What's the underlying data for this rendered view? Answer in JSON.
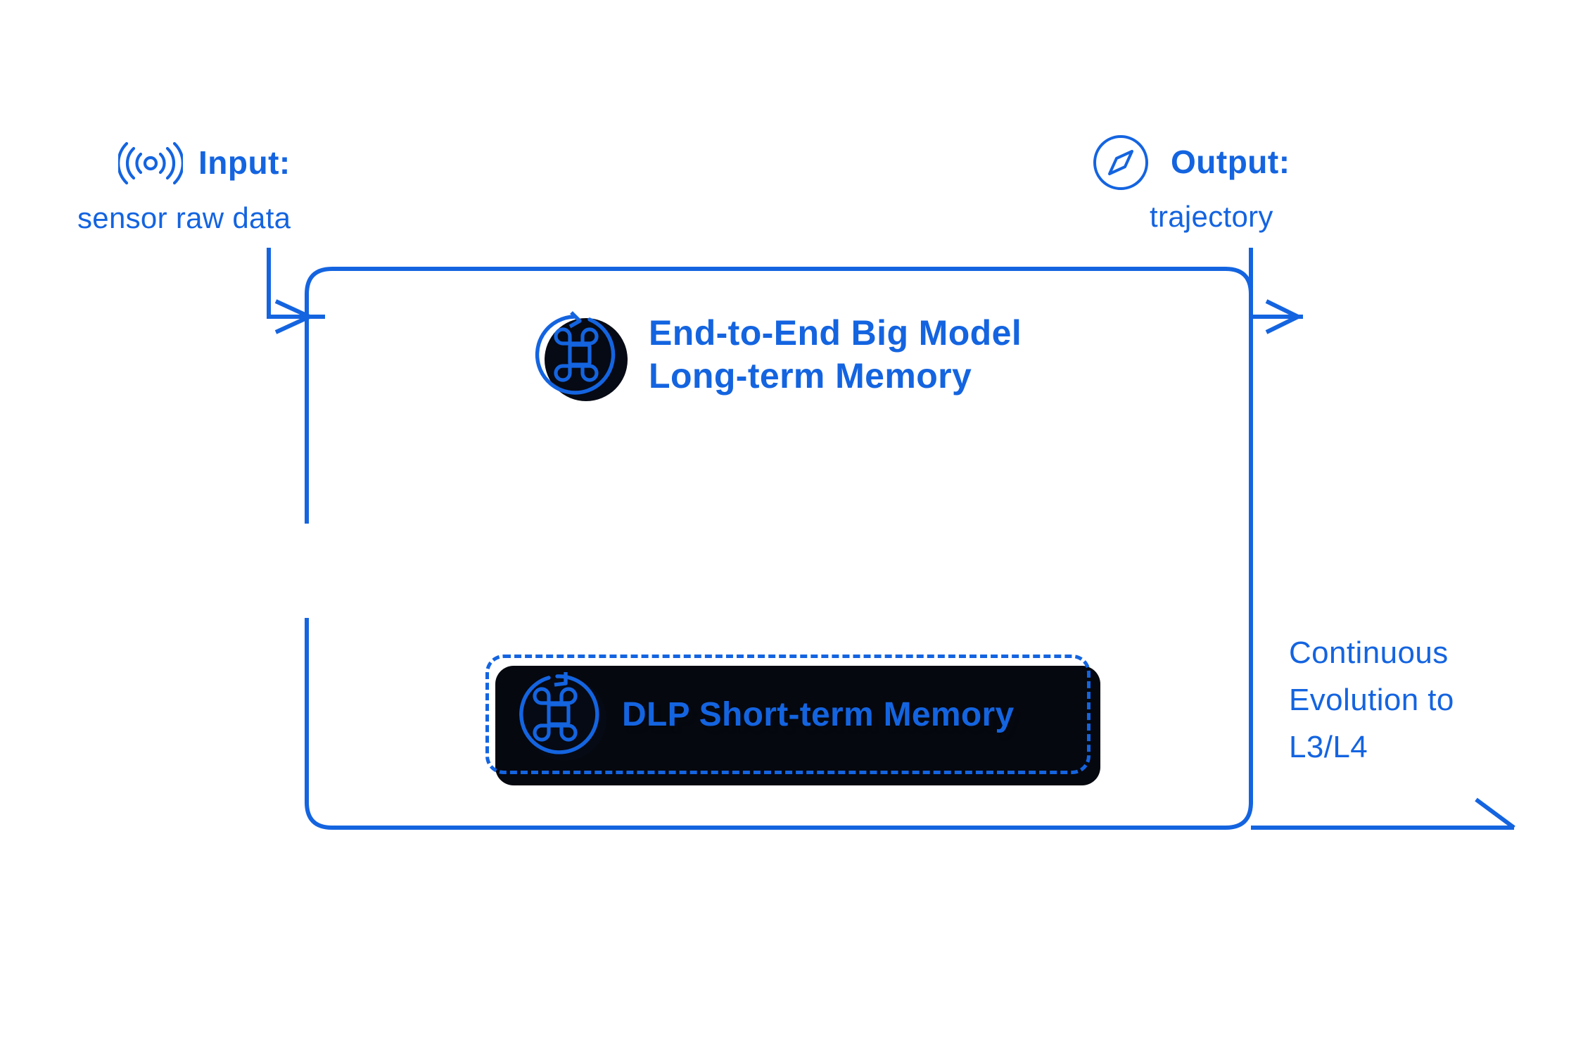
{
  "theme": {
    "accent": "#1464E0",
    "shadow": "#05080f",
    "background": "#ffffff"
  },
  "input": {
    "icon": "signal-waves-icon",
    "heading": "Input:",
    "detail": "sensor raw data"
  },
  "output": {
    "icon": "compass-icon",
    "heading": "Output:",
    "detail": "trajectory"
  },
  "main_node": {
    "icon": "command-refresh-icon",
    "line1": "End-to-End Big Model",
    "line2": "Long-term Memory"
  },
  "dlp_node": {
    "icon": "command-refresh-icon",
    "label": "DLP Short-term Memory"
  },
  "evolution": {
    "line1": "Continuous",
    "line2": "Evolution to",
    "line3": "L3/L4"
  },
  "arrows": {
    "input_arrow": "arrow-down-right",
    "output_arrow": "arrow-down-right",
    "feedback_arrow": "arrow-right"
  }
}
